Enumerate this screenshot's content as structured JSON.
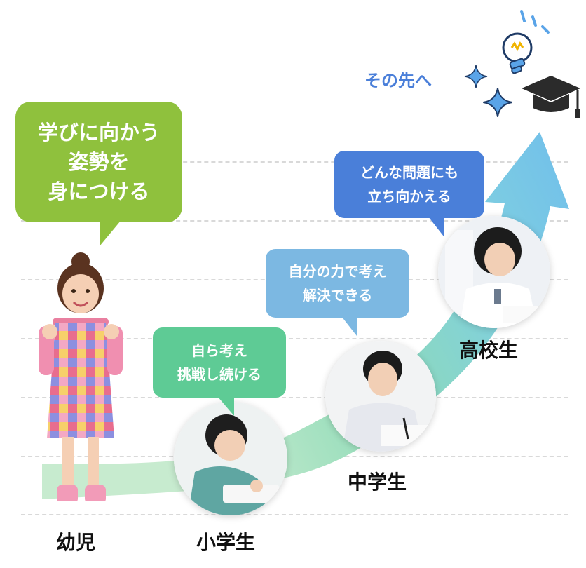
{
  "bubbles": {
    "kinder": [
      "学びに向かう",
      "姿勢を",
      "身につける"
    ],
    "elementary": [
      "自ら考え",
      "挑戦し続ける"
    ],
    "middle": [
      "自分の力で考え",
      "解決できる"
    ],
    "high": [
      "どんな問題にも",
      "立ち向かえる"
    ]
  },
  "stages": {
    "kinder": "幼児",
    "elementary": "小学生",
    "middle": "中学生",
    "high": "高校生"
  },
  "next": "その先へ",
  "colors": {
    "kinder": "#8fc13d",
    "elementary": "#5ecb95",
    "middle": "#7cb8e2",
    "high": "#4a7fd9",
    "arrow": "#6ab7f0"
  },
  "icons": [
    "lightbulb-icon",
    "sparkle-icon",
    "graduation-cap-icon"
  ]
}
